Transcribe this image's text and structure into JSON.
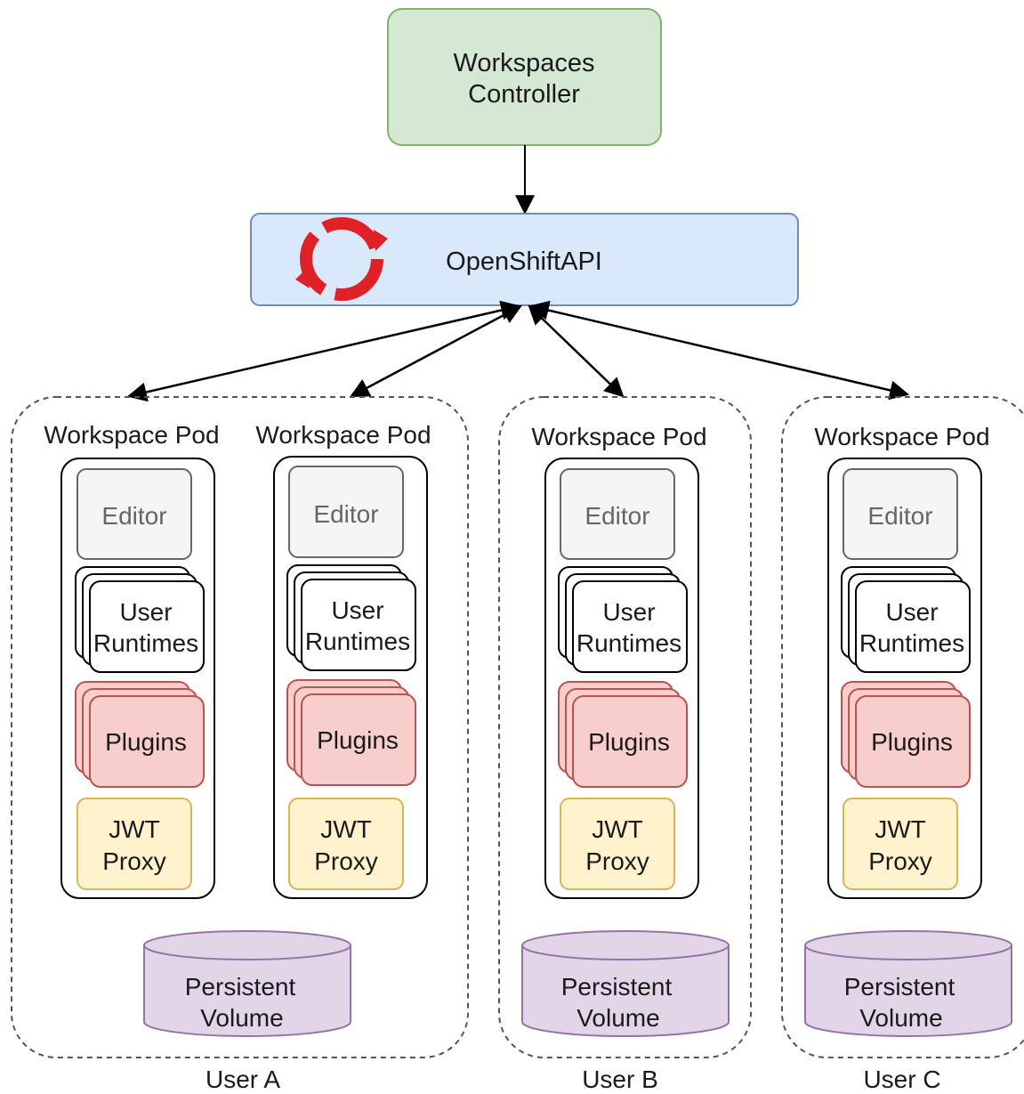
{
  "controller": {
    "line1": "Workspaces",
    "line2": "Controller",
    "fill": "#d5e8d4",
    "stroke": "#82b366"
  },
  "api": {
    "label": "OpenShiftAPI",
    "fill": "#dae8fc",
    "stroke": "#6c8ebf",
    "logo_color": "#e02128",
    "logo_icon": "openshift-logo"
  },
  "pod": {
    "title": "Workspace Pod",
    "editor": "Editor",
    "runtimes_line1": "User",
    "runtimes_line2": "Runtimes",
    "plugins": "Plugins",
    "jwt_line1": "JWT",
    "jwt_line2": "Proxy"
  },
  "volume": {
    "line1": "Persistent",
    "line2": "Volume",
    "fill": "#e1d5e7",
    "stroke": "#9673a6"
  },
  "users": [
    "User A",
    "User B",
    "User C"
  ],
  "colors": {
    "editor_fill": "#f5f5f5",
    "editor_stroke": "#666666",
    "plugin_fill": "#f8cecc",
    "plugin_stroke": "#b85450",
    "jwt_fill": "#fff2cc",
    "jwt_stroke": "#d6b656"
  }
}
